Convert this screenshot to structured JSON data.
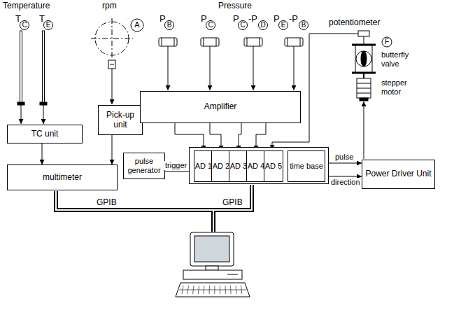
{
  "diagram": {
    "nodes": [
      {
        "text": [
          "TC unit"
        ]
      },
      {
        "text": [
          "Pick-up unit"
        ]
      },
      {
        "text": [
          "Amplifier"
        ]
      },
      {
        "text": [
          "pulse generator"
        ]
      },
      {
        "text": []
      },
      {
        "text": [
          "AD 1"
        ],
        "in": 4
      },
      {
        "text": [
          "AD 2"
        ],
        "in": 4
      },
      {
        "text": [
          "AD 3"
        ],
        "in": 4
      },
      {
        "text": [
          "AD 4"
        ],
        "in": 4
      },
      {
        "text": [
          "AD 5"
        ],
        "in": 4
      },
      {
        "text": [
          "time base"
        ],
        "in": 4
      },
      {
        "text": [
          "Power Driver Unit"
        ]
      },
      {
        "text": [
          "multimeter"
        ]
      }
    ],
    "edges": [
      {
        "from": 0,
        "to": 12,
        "arrow": "to"
      },
      {
        "from": 1,
        "to": 12,
        "arrow": "to"
      },
      {
        "from": 2,
        "to": 5,
        "arrow": "to"
      },
      {
        "from": 2,
        "to": 6,
        "arrow": "to"
      },
      {
        "from": 2,
        "to": 7,
        "arrow": "to"
      },
      {
        "from": 2,
        "to": 8,
        "arrow": "to"
      },
      {
        "from": 3,
        "to": 5,
        "label": "trigger",
        "arrow": "to"
      },
      {
        "from": 10,
        "to": 11,
        "label": "pulse",
        "arrow": "to"
      },
      {
        "from": 10,
        "to": 11,
        "label": "direction",
        "arrow": "to"
      }
    ],
    "labels": [
      "Temperature",
      "T",
      "C",
      "T",
      "E",
      "rpm",
      "A",
      "Pressure",
      "P",
      "B",
      "P",
      "C",
      "P",
      "C",
      "-P",
      "D",
      "P",
      "E",
      "-P",
      "B",
      "potentiometer",
      "F",
      "butterfly valve",
      "stepper motor",
      "GPIB",
      "GPIB"
    ]
  }
}
